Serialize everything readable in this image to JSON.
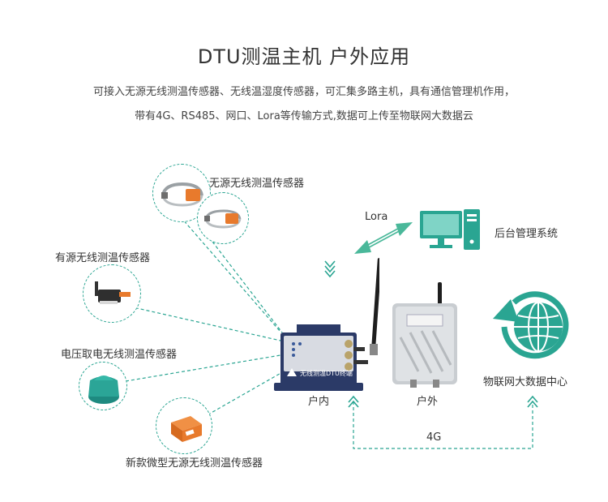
{
  "title": "DTU测温主机 户外应用",
  "subtitle_line1": "可接入无源无线测温传感器、无线温湿度传感器，可汇集多路主机，具有通信管理机作用，",
  "subtitle_line2": "带有4G、RS485、网口、Lora等传输方式,数据可上传至物联网大数据云",
  "sensors": {
    "passive": "无源无线测温传感器",
    "active": "有源无线测温传感器",
    "voltage": "电压取电无线测温传感器",
    "micro": "新款微型无源无线测温传感器"
  },
  "link_lora": "Lora",
  "backend": "后台管理系统",
  "iot_center": "物联网大数据中心",
  "indoor": "户内",
  "outdoor": "户外",
  "link_4g": "4G",
  "device_label": "无线测温DTU终端",
  "colors": {
    "accent": "#2aa592",
    "lora_arrow": "#4ab89a",
    "orange": "#e87a2c"
  }
}
